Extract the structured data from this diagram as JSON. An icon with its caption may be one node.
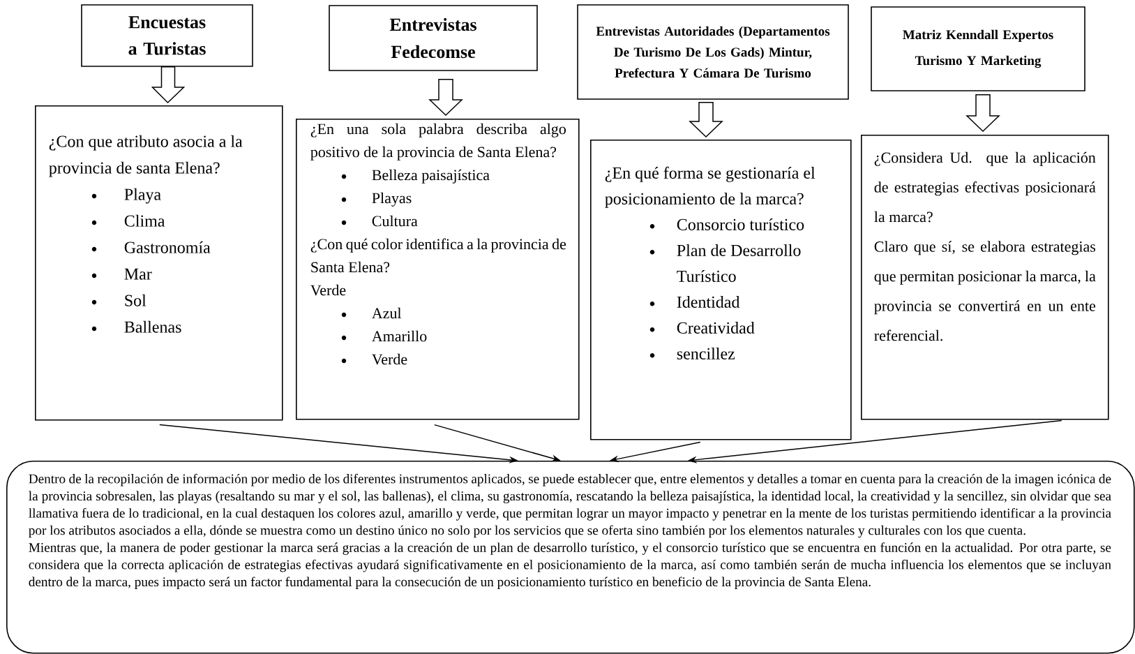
{
  "diagram": {
    "nodes": [
      {
        "text": [
          "Encuestas a Turistas"
        ]
      },
      {
        "text": [
          "Entrevistas Fedecomse"
        ]
      },
      {
        "text": [
          "Entrevistas Autoridades (Departamentos De Turismo De Los Gads) Mintur, Prefectura Y Cámara De Turismo"
        ]
      },
      {
        "text": [
          "Matriz Kenndall Expertos Turismo Y Marketing"
        ]
      },
      {
        "text": [
          "¿Con que atributo asocia a la provincia de santa Elena?",
          "Playa",
          "Clima",
          "Gastronomía",
          "Mar",
          "Sol",
          "Ballenas"
        ]
      },
      {
        "text": [
          "¿En una sola palabra describa algo positivo de la provincia de Santa Elena?",
          "Belleza paisajística",
          "Playas",
          "Cultura",
          "¿Con qué color identifica a la provincia de Santa Elena?",
          "Verde",
          "Azul",
          "Amarillo",
          "Verde"
        ]
      },
      {
        "text": [
          "¿En qué forma se gestionaría el posicionamiento de la marca?",
          "Consorcio turístico",
          "Plan de Desarrollo Turístico",
          "Identidad",
          "Creatividad",
          "sencillez"
        ]
      },
      {
        "text": [
          "¿Considera Ud. que la aplicación de estrategias efectivas posicionará la marca?",
          "Claro que sí, se elabora estrategias que permitan posicionar la marca, la provincia se convertirá en un ente referencial."
        ]
      },
      {
        "text": [
          "Dentro de la recopilación de información por medio de los diferentes instrumentos aplicados, se puede establecer que, entre elementos y detalles a tomar en cuenta para la creación de la imagen icónica de la provincia sobresalen, las playas (resaltando su mar y el sol, las ballenas), el clima, su gastronomía, rescatando la belleza paisajística, la identidad local, la creatividad y la sencillez, sin olvidar que sea llamativa fuera de lo tradicional, en la cual destaquen los colores azul, amarillo y verde, que permitan lograr un mayor impacto y penetrar en la mente de los turistas permitiendo identificar a la provincia por los atributos asociados a ella, dónde se muestra como un destino único no solo por los servicios que se oferta sino también por los elementos naturales y culturales con los que cuenta.",
          "Mientras que, la manera de poder gestionar la marca será gracias a la creación de un plan de desarrollo turístico, y el consorcio turístico que se encuentra en función en la actualidad. Por otra parte, se considera que la correcta aplicación de estrategias efectivas ayudará significativamente en el posicionamiento de la marca, así como también serán de mucha influencia los elementos que se incluyan dentro de la marca, pues impacto será un factor fundamental para la consecución de un posicionamiento turístico en beneficio de la provincia de Santa Elena."
        ]
      }
    ],
    "edges": [
      {
        "from": 0,
        "to": 4,
        "arrow": "to"
      },
      {
        "from": 1,
        "to": 5,
        "arrow": "to"
      },
      {
        "from": 2,
        "to": 6,
        "arrow": "to"
      },
      {
        "from": 3,
        "to": 7,
        "arrow": "to"
      },
      {
        "from": 4,
        "to": 8,
        "arrow": "to"
      },
      {
        "from": 5,
        "to": 8,
        "arrow": "to"
      },
      {
        "from": 6,
        "to": 8,
        "arrow": "to"
      },
      {
        "from": 7,
        "to": 8,
        "arrow": "to"
      }
    ]
  }
}
